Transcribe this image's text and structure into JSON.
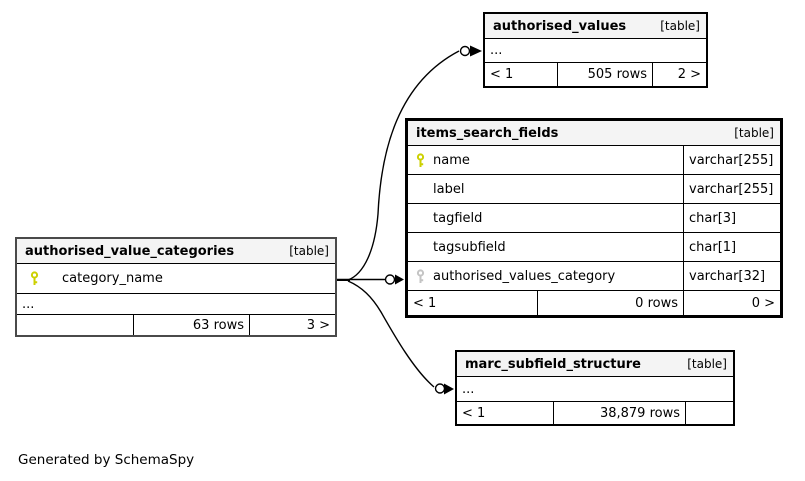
{
  "page": {
    "footer_note": "Generated by SchemaSpy"
  },
  "colors": {
    "header_bg": "#f4f4f4",
    "border": "#000000",
    "focus_border": "#000000",
    "category_table_border": "#4a4a4a",
    "primary_key": "#ccd000",
    "foreign_key": "#c4c4c4"
  },
  "icons": {
    "primary_key": "primary-key-icon",
    "foreign_key": "foreign-key-icon"
  },
  "tables": {
    "authorised_values": {
      "name": "authorised_values",
      "tag": "[table]",
      "ellipsis": "...",
      "footer": {
        "left": "< 1",
        "center": "505 rows",
        "right": "2 >"
      }
    },
    "items_search_fields": {
      "name": "items_search_fields",
      "tag": "[table]",
      "columns": [
        {
          "name": "name",
          "type": "varchar[255]",
          "key": "primary"
        },
        {
          "name": "label",
          "type": "varchar[255]",
          "key": ""
        },
        {
          "name": "tagfield",
          "type": "char[3]",
          "key": ""
        },
        {
          "name": "tagsubfield",
          "type": "char[1]",
          "key": ""
        },
        {
          "name": "authorised_values_category",
          "type": "varchar[32]",
          "key": "foreign"
        }
      ],
      "footer": {
        "left": "< 1",
        "center": "0 rows",
        "right": "0 >"
      }
    },
    "authorised_value_categories": {
      "name": "authorised_value_categories",
      "tag": "[table]",
      "columns": [
        {
          "name": "category_name",
          "type": "",
          "key": "primary"
        }
      ],
      "ellipsis": "...",
      "footer": {
        "left": "",
        "center": "63 rows",
        "right": "3 >"
      }
    },
    "marc_subfield_structure": {
      "name": "marc_subfield_structure",
      "tag": "[table]",
      "ellipsis": "...",
      "footer": {
        "left": "< 1",
        "center": "38,879 rows",
        "right": ""
      }
    }
  },
  "relationships": [
    {
      "from": "authorised_value_categories.category_name",
      "to": "authorised_values"
    },
    {
      "from": "authorised_value_categories.category_name",
      "to": "items_search_fields.authorised_values_category"
    },
    {
      "from": "authorised_value_categories.category_name",
      "to": "marc_subfield_structure"
    }
  ]
}
